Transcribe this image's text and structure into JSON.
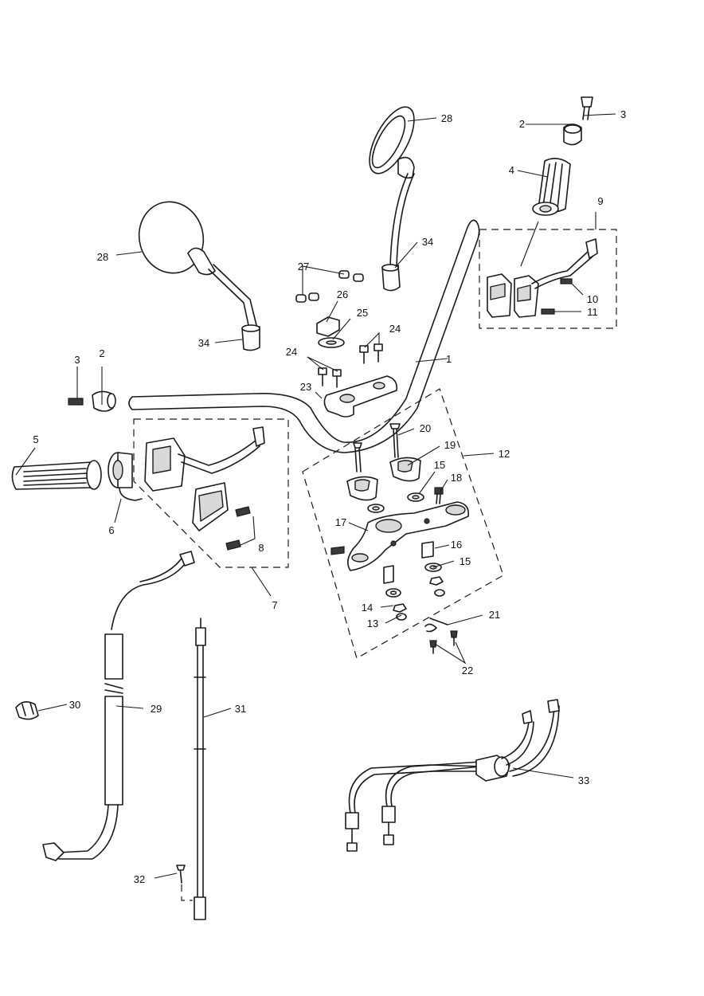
{
  "diagram": {
    "labels": {
      "handlebar": "1",
      "bar_end_weight_right": "2",
      "bar_end_weight_left": "2",
      "bar_end_screw_right": "3",
      "bar_end_screw_left": "3",
      "grip_right": "4",
      "grip_left": "5",
      "throttle_drum": "6",
      "left_switch_cube": "7",
      "switch_screws": "8",
      "right_switch_cube": "9",
      "switch_screw_10": "10",
      "switch_screw_11": "11",
      "top_yoke_assembly": "12",
      "nut_13": "13",
      "washer_14": "14",
      "washer_15_a": "15",
      "washer_15_b": "15",
      "bush_16": "16",
      "top_yoke": "17",
      "pinch_bolt_18": "18",
      "riser_clamp": "19",
      "riser_bolt": "20",
      "wire_clip": "21",
      "clip_screws": "22",
      "top_clamp": "23",
      "clamp_bolts_a": "24",
      "clamp_bolts_b": "24",
      "washer_25": "25",
      "nut_26": "26",
      "plugs_27": "27",
      "mirror_right": "28",
      "mirror_left": "28",
      "clutch_cable": "29",
      "cable_clip": "30",
      "speedo_cable": "31",
      "screw_32": "32",
      "throttle_cables": "33",
      "mirror_adaptor_right": "34",
      "mirror_adaptor_left": "34"
    }
  }
}
